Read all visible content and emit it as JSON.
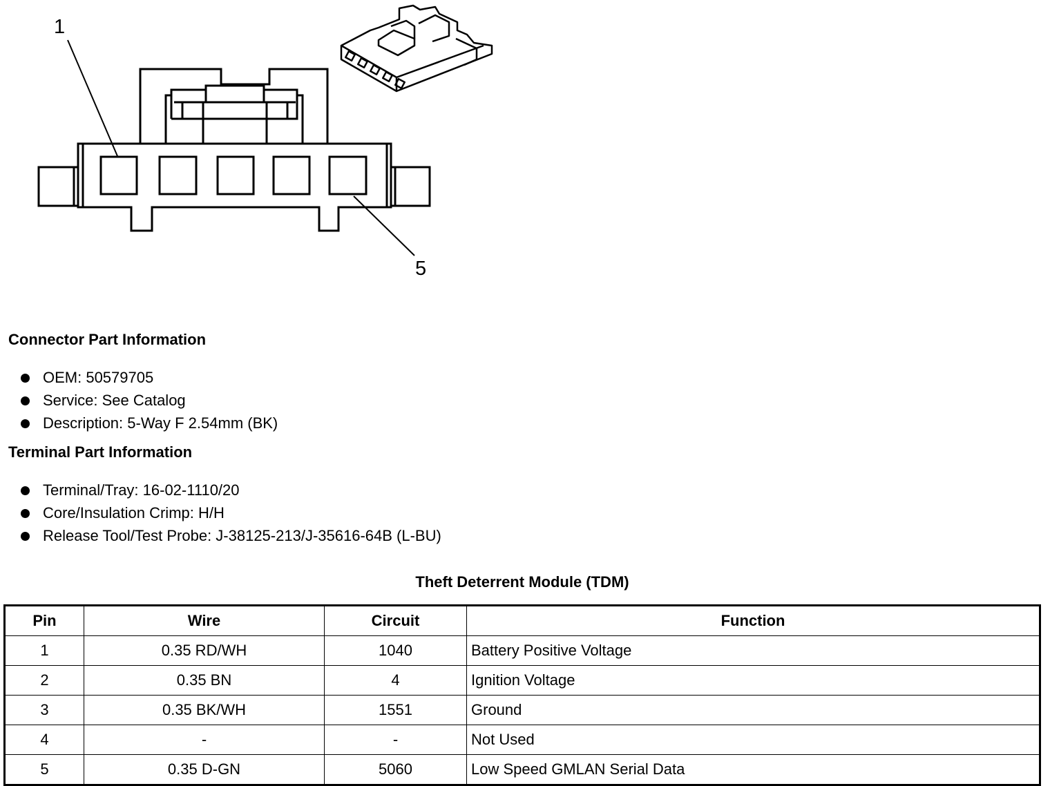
{
  "diagram": {
    "callout_1": "1",
    "callout_5": "5"
  },
  "connector": {
    "heading": "Connector Part Information",
    "items": [
      "OEM: 50579705",
      "Service: See Catalog",
      "Description: 5-Way F 2.54mm (BK)"
    ]
  },
  "terminal": {
    "heading": "Terminal Part Information",
    "items": [
      "Terminal/Tray: 16-02-1110/20",
      "Core/Insulation Crimp: H/H",
      "Release Tool/Test Probe: J-38125-213/J-35616-64B (L-BU)"
    ]
  },
  "table": {
    "title": "Theft Deterrent Module (TDM)",
    "headers": [
      "Pin",
      "Wire",
      "Circuit",
      "Function"
    ],
    "rows": [
      [
        "1",
        "0.35 RD/WH",
        "1040",
        "Battery Positive Voltage"
      ],
      [
        "2",
        "0.35 BN",
        "4",
        "Ignition Voltage"
      ],
      [
        "3",
        "0.35 BK/WH",
        "1551",
        "Ground"
      ],
      [
        "4",
        "-",
        "-",
        "Not Used"
      ],
      [
        "5",
        "0.35 D-GN",
        "5060",
        "Low Speed GMLAN Serial Data"
      ]
    ]
  }
}
